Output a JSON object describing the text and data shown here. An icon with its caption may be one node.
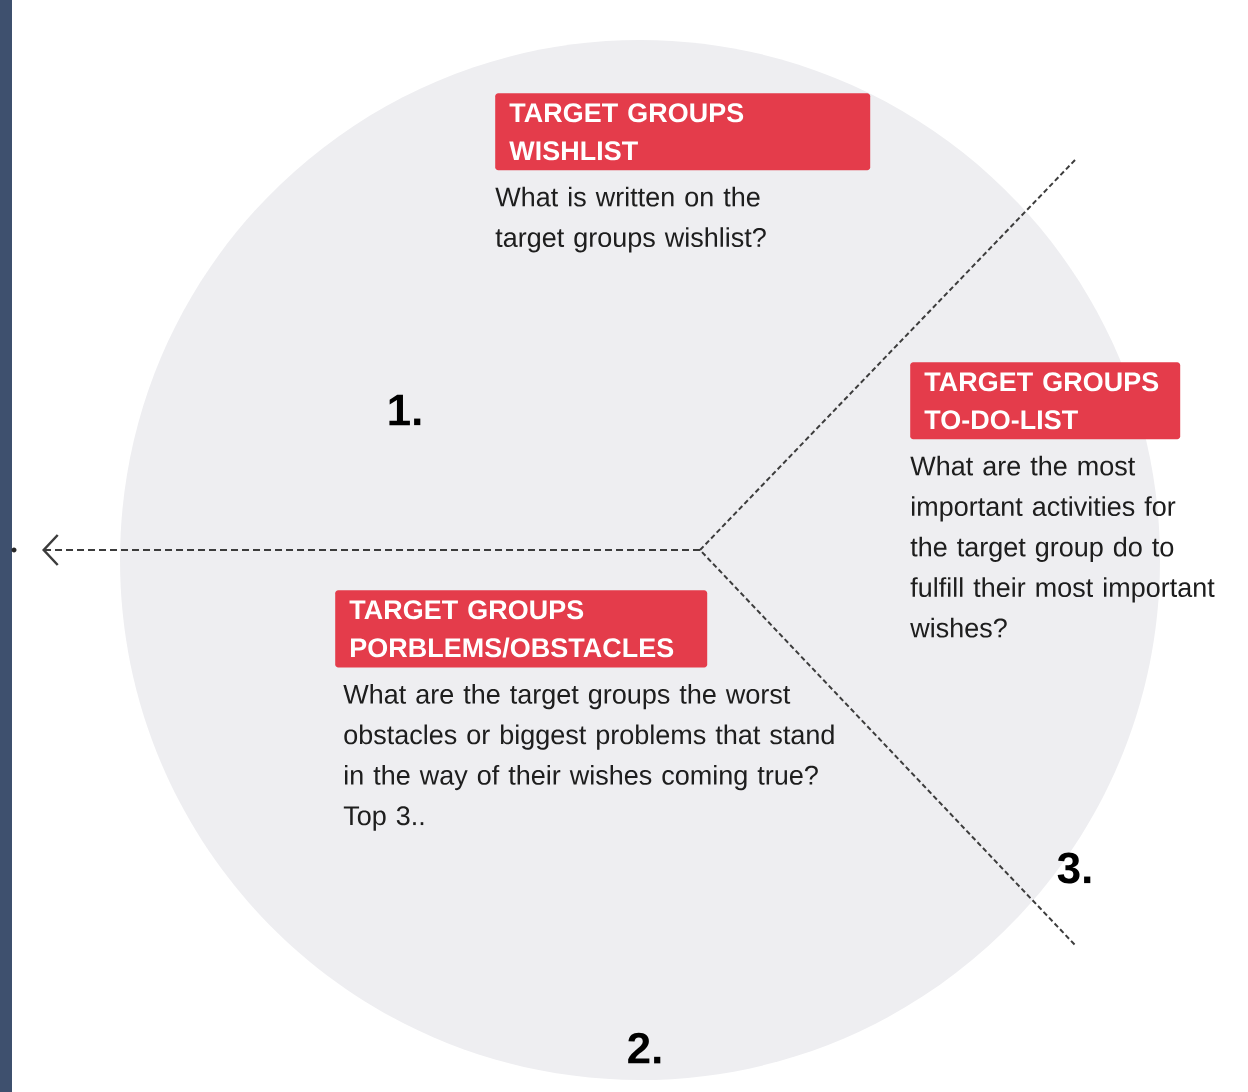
{
  "diagram": {
    "nodes": [
      {
        "text": [
          "TARGET GROUPS WISHLIST"
        ],
        "beside": [
          "What is written on the target groups wishlist?"
        ]
      },
      {
        "text": [
          "TARGET GROUPS TO-DO-LIST"
        ],
        "beside": [
          "What are the most important activities for the target group do to fulfill their most important wishes?"
        ]
      },
      {
        "text": [
          "TARGET GROUPS PORBLEMS/OBSTACLES"
        ],
        "beside": [
          "What are the target groups the worst obstacles or biggest problems that stand in the way of their wishes coming true? Top 3.."
        ]
      }
    ],
    "labels": [
      "1.",
      "3.",
      "2."
    ]
  }
}
